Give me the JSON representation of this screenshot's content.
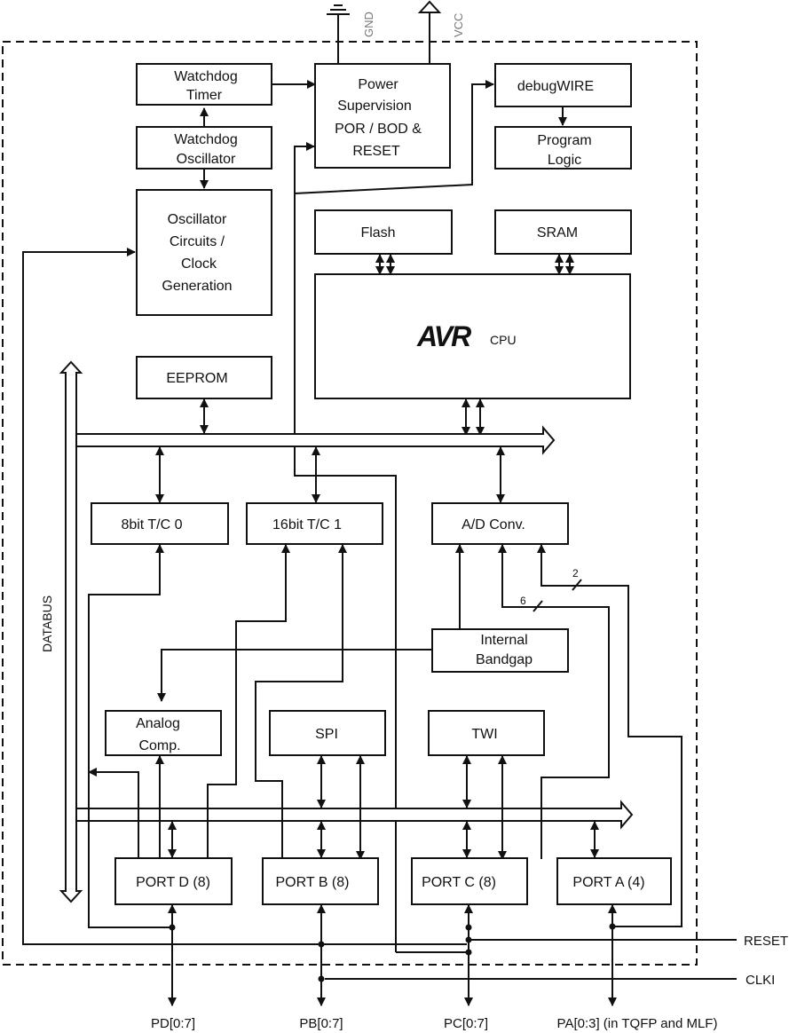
{
  "power": {
    "gnd": "GND",
    "vcc": "VCC"
  },
  "blocks": {
    "watchdog_timer": [
      "Watchdog",
      "Timer"
    ],
    "watchdog_oscillator": [
      "Watchdog",
      "Oscillator"
    ],
    "oscillator": [
      "Oscillator",
      "Circuits /",
      "Clock",
      "Generation"
    ],
    "power_supervision": [
      "Power",
      "Supervision",
      "POR / BOD &",
      "RESET"
    ],
    "debugwire": "debugWIRE",
    "program_logic": [
      "Program",
      "Logic"
    ],
    "flash": "Flash",
    "sram": "SRAM",
    "cpu_logo": "AVR",
    "cpu": "CPU",
    "eeprom": "EEPROM",
    "tc0": "8bit T/C 0",
    "tc1": "16bit T/C 1",
    "adc": "A/D Conv.",
    "bandgap": [
      "Internal",
      "Bandgap"
    ],
    "analog_comp": [
      "Analog",
      "Comp."
    ],
    "spi": "SPI",
    "twi": "TWI",
    "port_d": "PORT D (8)",
    "port_b": "PORT B (8)",
    "port_c": "PORT C (8)",
    "port_a": "PORT A (4)"
  },
  "labels": {
    "databus": "DATABUS",
    "adc_bus_6": "6",
    "adc_bus_2": "2",
    "reset": "RESET",
    "clki": "CLKI",
    "pd": "PD[0:7]",
    "pb": "PB[0:7]",
    "pc": "PC[0:7]",
    "pa": "PA[0:3] (in TQFP and MLF)"
  }
}
